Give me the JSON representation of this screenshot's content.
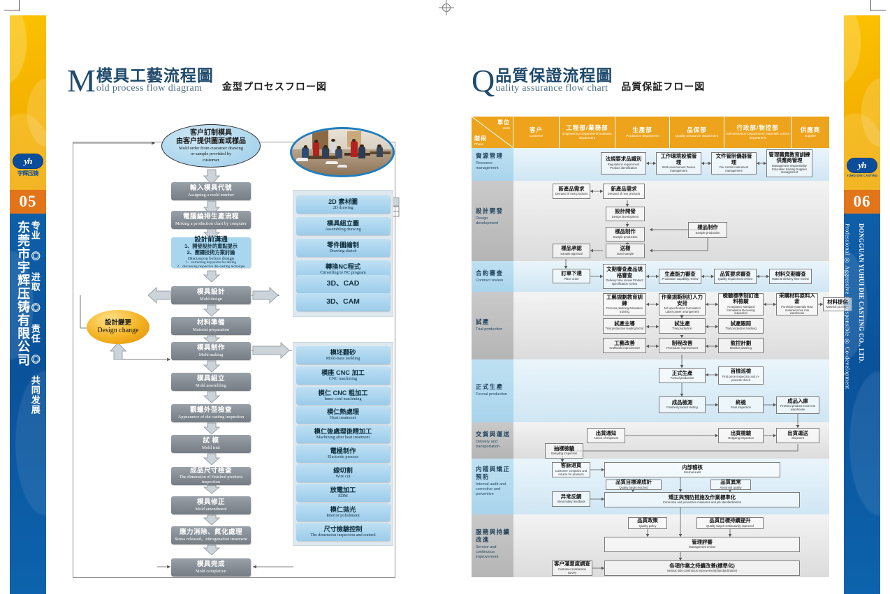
{
  "left_band": {
    "page_number": "05",
    "logo_text": "yh",
    "logo_cn": "宇辉压铸",
    "company_cn": "东莞市宇辉压铸有限公司",
    "slogan_cn": "专业 ◎ 进取 ◎ 责任 ◎ 共同发展"
  },
  "right_band": {
    "page_number": "06",
    "logo_text": "yh",
    "logo_en": "YUHUI DIE CASTING",
    "company_en": "DONGGUAN YUHUI DIE CASTING CO., LTD.",
    "slogan_en": "Professional ◎ Aggressive ◎ Responsible ◎ Co-development"
  },
  "left_title": {
    "drop_cap": "M",
    "cn": "模具工藝流程圖",
    "en": "old process flow diagram",
    "jp": "金型プロセスフロー図"
  },
  "right_title": {
    "drop_cap": "Q",
    "cn": "品質保證流程圖",
    "en": "uality assurance flow chart",
    "jp": "品質保証フロー図"
  },
  "mold_flow": {
    "start_oval": {
      "cn1": "客户訂制模具",
      "cn2": "由客户提供圖面或樣品",
      "en1": "Mold order from customer drawing",
      "en2": "or sample provided by",
      "en3": "customer"
    },
    "design_change": {
      "cn": "設計變更",
      "en": "Design change"
    },
    "main_steps": [
      {
        "cn": "輸入模具代號",
        "en": "Assigning a mold number"
      },
      {
        "cn": "電腦編排生產流程",
        "en": "Moking a production chart by computer"
      },
      {
        "cn": "模具設計",
        "en": "Mold design"
      },
      {
        "cn": "材料準備",
        "en": "Material preparation"
      },
      {
        "cn": "模具制作",
        "en": "Mold making"
      },
      {
        "cn": "模具組立",
        "en": "Mold assembling"
      },
      {
        "cn": "觀蠟外型檢查",
        "en": "Appearance of die casting inspection"
      },
      {
        "cn": "試 模",
        "en": "Mold trial"
      },
      {
        "cn": "成品尺寸檢查",
        "en": "The dimension of finished products inspection"
      },
      {
        "cn": "模具修正",
        "en": "Mold amendment"
      },
      {
        "cn": "應力消除、氮化處理",
        "en": "Stress released、nitrogenation treatment"
      },
      {
        "cn": "模具完成",
        "en": "Mold completion"
      }
    ],
    "discussion_box": {
      "cn_title": "設計前溝通",
      "cn_l1": "1、開發設計的重點提示",
      "cn_l2": "2、壓鑄技術方案討論",
      "en_title": "Discussion before design",
      "en_l1": "1．extracting keypoints for desing",
      "en_l2": "2．discussing respective die-casting technique"
    },
    "design_outputs": [
      {
        "cn": "2D 素材圖",
        "en": "2D drawing"
      },
      {
        "cn": "模具組立圖",
        "en": "Assembling drawing"
      },
      {
        "cn": "零件圖繪制",
        "en": "Drawing sketch"
      },
      {
        "cn": "轉換NC程式",
        "en": "Cinverting to NC program"
      },
      {
        "cn": "3D、CAD",
        "en": ""
      },
      {
        "cn": "3D、CAM",
        "en": ""
      }
    ],
    "making_outputs": [
      {
        "cn": "模坯翻砂",
        "en": "Mold-base molding"
      },
      {
        "cn": "模座 CNC 加工",
        "en": "CNC  machining"
      },
      {
        "cn": "模仁 CNC 粗加工",
        "en": "Inner cord machining"
      },
      {
        "cn": "模仁熱處理",
        "en": "Heat treatment"
      },
      {
        "cn": "模仁後處理後精加工",
        "en": "Machining after heat treatment"
      },
      {
        "cn": "電極制作",
        "en": "Electrode process"
      },
      {
        "cn": "線切割",
        "en": "Wire cut"
      },
      {
        "cn": "放電加工",
        "en": "EDM"
      },
      {
        "cn": "模仁拋光",
        "en": "Interior polishment"
      },
      {
        "cn": "尺寸檢驗控制",
        "en": "The dimension inspection and control"
      }
    ]
  },
  "qa_flow": {
    "corner": {
      "units_cn": "單位",
      "units_en": "Units",
      "phase_cn": "階段",
      "phase_en": "Phase"
    },
    "columns": [
      {
        "cn": "客户",
        "en": "Customer"
      },
      {
        "cn": "工程部/業務部",
        "en": "Engineering Department/ business department"
      },
      {
        "cn": "生產部",
        "en": "Production department"
      },
      {
        "cn": "品保部",
        "en": "Quality assurance department"
      },
      {
        "cn": "行政部/物控部",
        "en": "Administration Department/ materials control department"
      },
      {
        "cn": "供應商",
        "en": "supplier"
      }
    ],
    "rows": [
      {
        "cn": "資源管理",
        "en": "Resource management"
      },
      {
        "cn": "設計開發",
        "en": "Design development"
      },
      {
        "cn": "合約審查",
        "en": "Contract review"
      },
      {
        "cn": "試產",
        "en": "Trial production"
      },
      {
        "cn": "正式生產",
        "en": "Formal production"
      },
      {
        "cn": "交貨與運送",
        "en": "Delivery and transportation"
      },
      {
        "cn": "内稽與矯正預防",
        "en": "Internal audit and corrective and preventive"
      },
      {
        "cn": "服務與持續改進",
        "en": "Service and continuous improvement"
      }
    ],
    "nodes": {
      "resource": [
        {
          "cn": "法規要求品識別",
          "en": "Regulations requirement Product identification"
        },
        {
          "cn": "工作環境設備管理",
          "en": "Work environment Device management"
        },
        {
          "cn": "文件管制儀器管理",
          "en": "File control Instrument management"
        },
        {
          "cn": "管理職責教育訓練 供應商管理",
          "en": "Management responsibility Education training Supplier management"
        }
      ],
      "design": [
        {
          "cn": "新產品需求",
          "en": "Demand of new products"
        },
        {
          "cn": "新產品需求",
          "en": "Demand of new products"
        },
        {
          "cn": "設計開發",
          "en": "Design development"
        },
        {
          "cn": "樣品制作",
          "en": "Sample production"
        },
        {
          "cn": "樣品制作",
          "en": "Sample production"
        },
        {
          "cn": "樣品承認",
          "en": "Sample approval"
        },
        {
          "cn": "送樣",
          "en": "Send sample"
        }
      ],
      "contract": [
        {
          "cn": "訂單下達",
          "en": "Place order"
        },
        {
          "cn": "文期審查產品規格審查",
          "en": "Delivery time review Product specification review"
        },
        {
          "cn": "生產能力審查",
          "en": "Production capability review"
        },
        {
          "cn": "品質要求審查",
          "en": "Quality requirement review"
        },
        {
          "cn": "材料交期審查",
          "en": "Material delivery time review"
        }
      ],
      "trial": [
        {
          "cn": "工藝規劃教育訓練",
          "en": "Process planning Education training"
        },
        {
          "cn": "作業規範制訂人力安排",
          "en": "Job specification formulation Labor power arrangement"
        },
        {
          "cn": "檢驗標準制訂進料檢驗",
          "en": "Acceptance standard formulation Receiving inspection"
        },
        {
          "cn": "采購材料原料入倉",
          "en": "Purchase materials Raw material move into warehouse"
        },
        {
          "cn": "材料提供",
          "en": "Material provision"
        },
        {
          "cn": "試產主導",
          "en": "Trial production leading factor"
        },
        {
          "cn": "試生產",
          "en": "Trial production"
        },
        {
          "cn": "試產跟踪",
          "en": "Trial production tracking"
        },
        {
          "cn": "工藝改善",
          "en": "Craftwork improvement"
        },
        {
          "cn": "制程改善",
          "en": "Procedure improvement"
        },
        {
          "cn": "監控計劃",
          "en": "Monitor planning"
        }
      ],
      "formal": [
        {
          "cn": "正式生產",
          "en": "Formal production"
        },
        {
          "cn": "首檢巡檢",
          "en": "First piece inspection and in-process check"
        },
        {
          "cn": "成品檢測",
          "en": "Finished product testing"
        },
        {
          "cn": "終檢",
          "en": "Final inspection"
        },
        {
          "cn": "成品入庫",
          "en": "Finished product move into warehouse"
        }
      ],
      "delivery": [
        {
          "cn": "出貨通知",
          "en": "Advice of shipment"
        },
        {
          "cn": "出貨檢驗",
          "en": "Outgoing inspection"
        },
        {
          "cn": "出貨運送",
          "en": "Shipment"
        },
        {
          "cn": "抽樣檢驗",
          "en": "Sampling inspection"
        }
      ],
      "audit": [
        {
          "cn": "客訴退貨",
          "en": "Customer complaint and returns for products"
        },
        {
          "cn": "内部稽核",
          "en": "Internal audit"
        },
        {
          "cn": "品質目標達成計",
          "en": "Quality target reached"
        },
        {
          "cn": "品質異常",
          "en": "Abnormal quality"
        },
        {
          "cn": "异常反饋",
          "en": "Abnormality feedback"
        },
        {
          "cn": "矯正與預防措施及作業標準化",
          "en": "Correction and prevention measures and job standardization"
        }
      ],
      "service": [
        {
          "cn": "品質政策",
          "en": "Quality policy"
        },
        {
          "cn": "品質目標持續提升",
          "en": "Quality target continuously improved"
        },
        {
          "cn": "管理評審",
          "en": "Management review"
        },
        {
          "cn": "客户滿意度調查",
          "en": "Customer satisfaction survey"
        },
        {
          "cn": "各項作業之持續改善(標準化)",
          "en": "Various jobs continuous improvement(standardization)"
        }
      ]
    }
  },
  "colors": {
    "orange_header": "#eda31b",
    "page_badge": "#e2741a",
    "blue_band": "#0b5ba5",
    "yellow_band": "#f5b400",
    "title_blue": "#1f4a6b",
    "gray_box": "#848b93",
    "light_blue_box": "#a9d4ef"
  }
}
